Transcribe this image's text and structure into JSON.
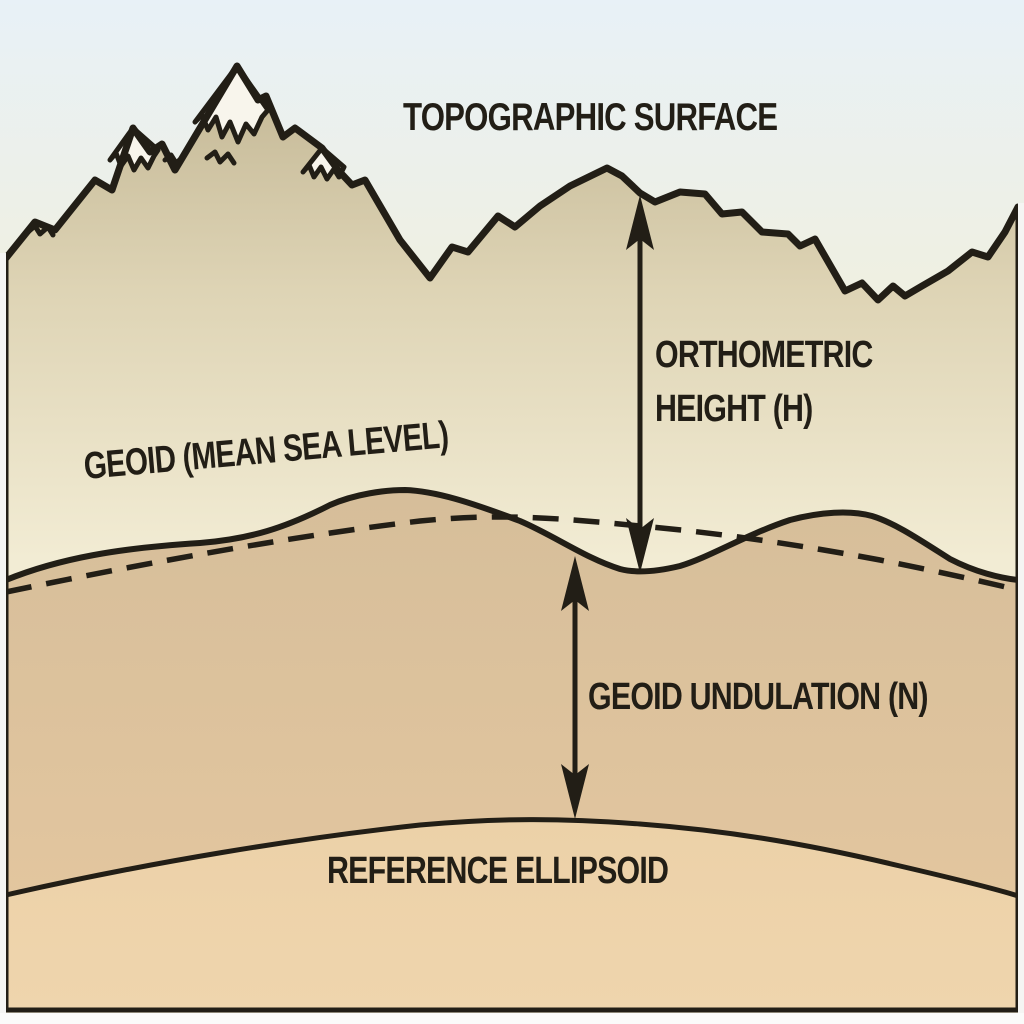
{
  "title": "Geodetic height relationships diagram",
  "theme": {
    "ink": "#221e16",
    "sky-top": "#e8f1f7",
    "sky-mid": "#eff0e2",
    "sky-bottom": "#f6efd8",
    "ground-top": "#c3b795",
    "ground-mid": "#ded4b5",
    "ground-bottom": "#f2ecd4",
    "subsurface-top": "#d6be9a",
    "subsurface-bottom": "#e6c8a0",
    "ellipsoid-top": "#ecd1a8",
    "ellipsoid-bottom": "#efd5ad",
    "snow": "#f8f5ec",
    "gutter": "#f5f5f3"
  },
  "labels": {
    "topographic_surface": "TOPOGRAPHIC SURFACE",
    "geoid": "GEOID (MEAN SEA LEVEL)",
    "orthometric_height_line1": "ORTHOMETRIC",
    "orthometric_height_line2": "HEIGHT (H)",
    "geoid_undulation": "GEOID UNDULATION (N)",
    "reference_ellipsoid": "REFERENCE ELLIPSOID"
  },
  "measurements": [
    {
      "symbol": "H",
      "name": "Orthometric height",
      "from": "geoid",
      "to": "topographic surface"
    },
    {
      "symbol": "N",
      "name": "Geoid undulation",
      "from": "reference ellipsoid",
      "to": "geoid"
    }
  ]
}
